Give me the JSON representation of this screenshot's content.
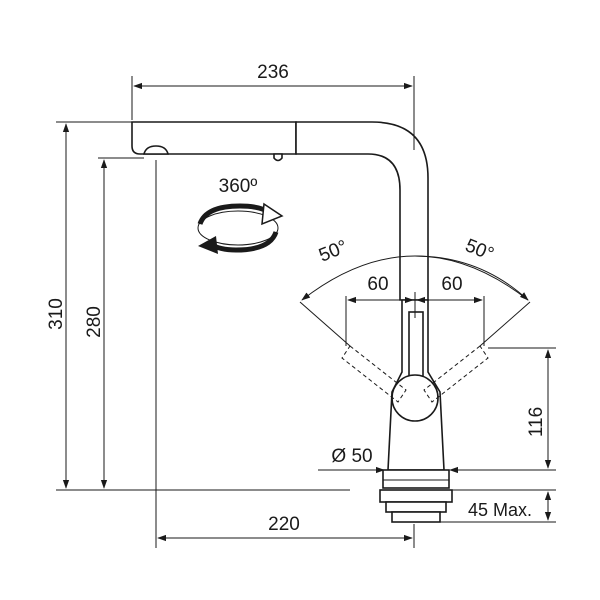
{
  "dimensions": {
    "spout_reach_top": "236",
    "total_height": "310",
    "spout_height": "280",
    "rotation": "360º",
    "angle_left": "50°",
    "angle_right": "50°",
    "offset_left": "60",
    "offset_right": "60",
    "lever_height": "116",
    "base_diameter": "Ø 50",
    "spout_reach_bottom": "220",
    "max_thickness": "45 Max."
  }
}
